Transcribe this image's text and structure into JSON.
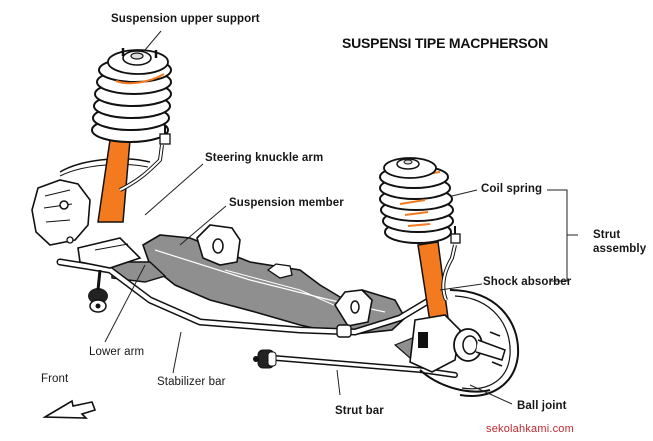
{
  "title": "SUSPENSI TIPE MACPHERSON",
  "watermark": "sekolahkami.com",
  "colors": {
    "strut_orange": "#f47a20",
    "member_gray": "#8f8f8f",
    "line": "#111111",
    "watermark_red": "#c0282d"
  },
  "labels": {
    "suspension_upper_support": "Suspension upper support",
    "steering_knuckle_arm": "Steering knuckle arm",
    "suspension_member": "Suspension member",
    "coil_spring": "Coil spring",
    "shock_absorber": "Shock absorber",
    "strut_assembly_line1": "Strut",
    "strut_assembly_line2": "assembly",
    "lower_arm": "Lower arm",
    "front": "Front",
    "stabilizer_bar": "Stabilizer bar",
    "strut_bar": "Strut bar",
    "ball_joint": "Ball joint"
  },
  "icons": {
    "front_direction": "arrow-down-left-icon"
  }
}
